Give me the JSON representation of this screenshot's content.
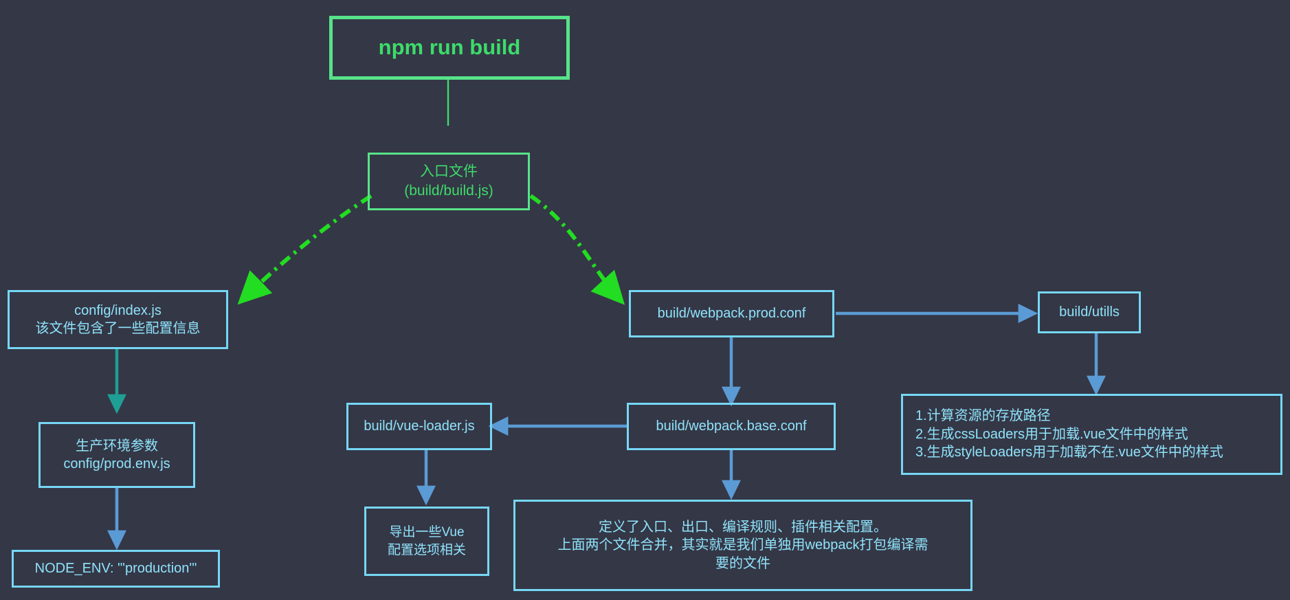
{
  "diagram": {
    "title": "npm run build flow",
    "background_color": "#343746",
    "colors": {
      "green_border": "#57e389",
      "green_text": "#3ddc6a",
      "green_dash_arrow": "#22dd22",
      "blue_border": "#76d7f5",
      "blue_text": "#8fe3fb",
      "blue_arrow": "#5b9bd5",
      "teal_arrow": "#1f9e95"
    },
    "nodes": {
      "root": {
        "label": "npm run build"
      },
      "entry": {
        "label": "入口文件\n(build/build.js)"
      },
      "config_index": {
        "label": "config/index.js\n该文件包含了一些配置信息"
      },
      "prod_env": {
        "label": "生产环境参数\nconfig/prod.env.js"
      },
      "node_env": {
        "label": "NODE_ENV: \"'production'\""
      },
      "webpack_prod": {
        "label": "build/webpack.prod.conf"
      },
      "build_utills": {
        "label": "build/utills"
      },
      "webpack_base": {
        "label": "build/webpack.base.conf"
      },
      "vue_loader": {
        "label": "build/vue-loader.js"
      },
      "vue_loader_desc": {
        "label": "导出一些Vue\n配置选项相关"
      },
      "utills_desc": {
        "label": "1.计算资源的存放路径\n2.生成cssLoaders用于加载.vue文件中的样式\n3.生成styleLoaders用于加载不在.vue文件中的样式"
      },
      "base_desc": {
        "label": "定义了入口、出口、编译规则、插件相关配置。\n上面两个文件合并，其实就是我们单独用webpack打包编译需\n要的文件"
      }
    },
    "edges": [
      {
        "from": "root",
        "to": "entry",
        "style": "solid-green"
      },
      {
        "from": "entry",
        "to": "config_index",
        "style": "dash-dot-green"
      },
      {
        "from": "entry",
        "to": "webpack_prod",
        "style": "dash-dot-green"
      },
      {
        "from": "config_index",
        "to": "prod_env",
        "style": "solid-teal"
      },
      {
        "from": "prod_env",
        "to": "node_env",
        "style": "solid-blue"
      },
      {
        "from": "webpack_prod",
        "to": "build_utills",
        "style": "solid-blue"
      },
      {
        "from": "webpack_prod",
        "to": "webpack_base",
        "style": "solid-blue"
      },
      {
        "from": "build_utills",
        "to": "utills_desc",
        "style": "solid-blue"
      },
      {
        "from": "webpack_base",
        "to": "vue_loader",
        "style": "solid-blue"
      },
      {
        "from": "webpack_base",
        "to": "base_desc",
        "style": "solid-blue"
      },
      {
        "from": "vue_loader",
        "to": "vue_loader_desc",
        "style": "solid-blue"
      }
    ]
  }
}
